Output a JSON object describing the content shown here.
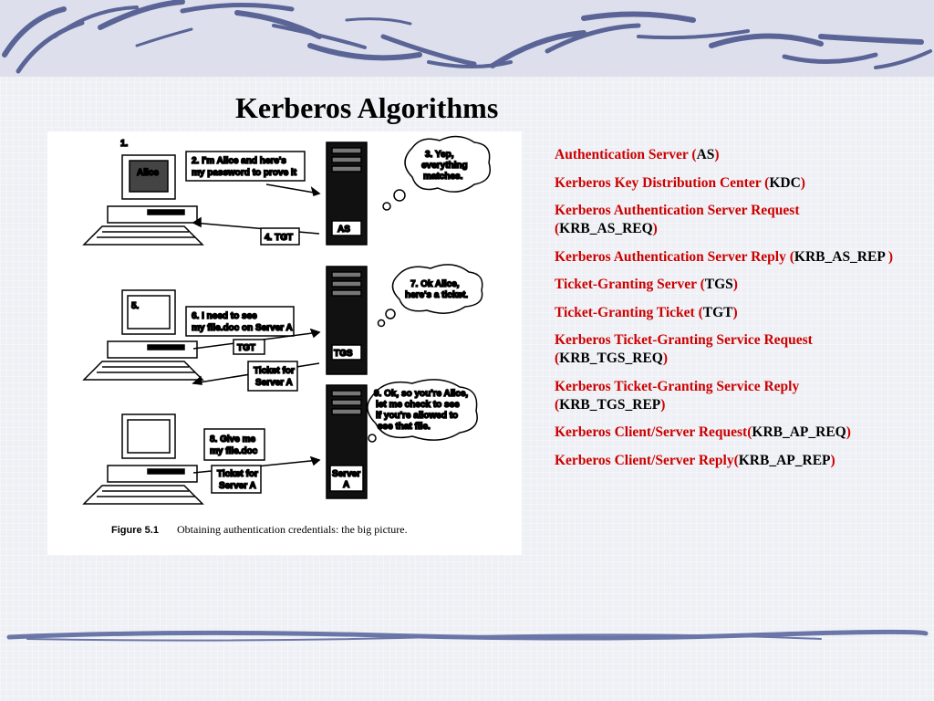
{
  "slide": {
    "title": "Kerberos Algorithms"
  },
  "figure": {
    "step1": "1.",
    "alice": "Alice",
    "msg2_line1": "2. I'm Alice and here's",
    "msg2_line2": "my password to prove it",
    "bubble3_line1": "3. Yep,",
    "bubble3_line2": "everything",
    "bubble3_line3": "matches.",
    "as_label": "AS",
    "msg4": "4. TGT",
    "step5": "5.",
    "msg6_line1": "6. I need to see",
    "msg6_line2": "my file.doc on Server A",
    "tgt_label": "TGT",
    "tgs_label": "TGS",
    "bubble7_line1": "7. Ok Alice,",
    "bubble7_line2": "here's a ticket.",
    "ticket_line1": "Ticket for",
    "ticket_line2": "Server A",
    "bubble9_line1": "9. Ok, so you're Alice,",
    "bubble9_line2": "let me check to see",
    "bubble9_line3": "if you're allowed to",
    "bubble9_line4": "see that file.",
    "msg8_line1": "8. Give me",
    "msg8_line2": "my file.doc",
    "server_line1": "Server",
    "server_line2": "A",
    "caption_label": "Figure 5.1",
    "caption_text": "Obtaining authentication credentials: the big picture."
  },
  "terms": [
    {
      "text": "Authentication Server (",
      "abbr": "AS",
      "close": ")"
    },
    {
      "text": "Kerberos Key Distribution Center (",
      "abbr": "KDC",
      "close": ")"
    },
    {
      "text": "Kerberos Authentication Server Request (",
      "abbr": "KRB_AS_REQ",
      "close": ")"
    },
    {
      "text": "Kerberos Authentication Server Reply (",
      "abbr": "KRB_AS_REP ",
      "close": ")"
    },
    {
      "text": "Ticket-Granting Server (",
      "abbr": "TGS",
      "close": ")"
    },
    {
      "text": "Ticket-Granting Ticket (",
      "abbr": "TGT",
      "close": ")"
    },
    {
      "text": "Kerberos Ticket-Granting Service Request (",
      "abbr": "KRB_TGS_REQ",
      "close": ")"
    },
    {
      "text": "Kerberos Ticket-Granting Service Reply (",
      "abbr": "KRB_TGS_REP",
      "close": ")"
    },
    {
      "text": "Kerberos Client/Server Request(",
      "abbr": "KRB_AP_REQ",
      "close": ")"
    },
    {
      "text": "Kerberos Client/Server Reply(",
      "abbr": "KRB_AP_REP",
      "close": ")"
    }
  ],
  "colors": {
    "term_text": "#cc0000",
    "abbreviation_text": "#000000",
    "swirl": "#5a6496"
  }
}
